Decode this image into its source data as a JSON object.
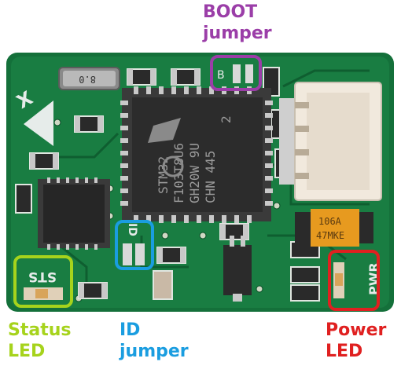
{
  "labels": {
    "boot": [
      "BOOT",
      "jumper"
    ],
    "status": [
      "Status",
      "LED"
    ],
    "id": [
      "ID",
      "jumper"
    ],
    "power": [
      "Power",
      "LED"
    ]
  },
  "board_markings": {
    "axis": "X",
    "chip_line1": "STM32",
    "chip_line2": "F103T8U6",
    "chip_line3": "GH20W 9U",
    "chip_line4": "CHN 445",
    "chip_line5": "2",
    "boot_pad": "B",
    "id_pad": "ID",
    "sts": "STS",
    "pwr": "PWR",
    "crystal": "8.0",
    "tantalum_line1": "106A",
    "tantalum_line2": "47MKE"
  },
  "colors": {
    "pcb": "#14703a",
    "boot": "#9b3ea8",
    "status": "#a6d31c",
    "id": "#1a9de0",
    "power": "#e02020"
  }
}
